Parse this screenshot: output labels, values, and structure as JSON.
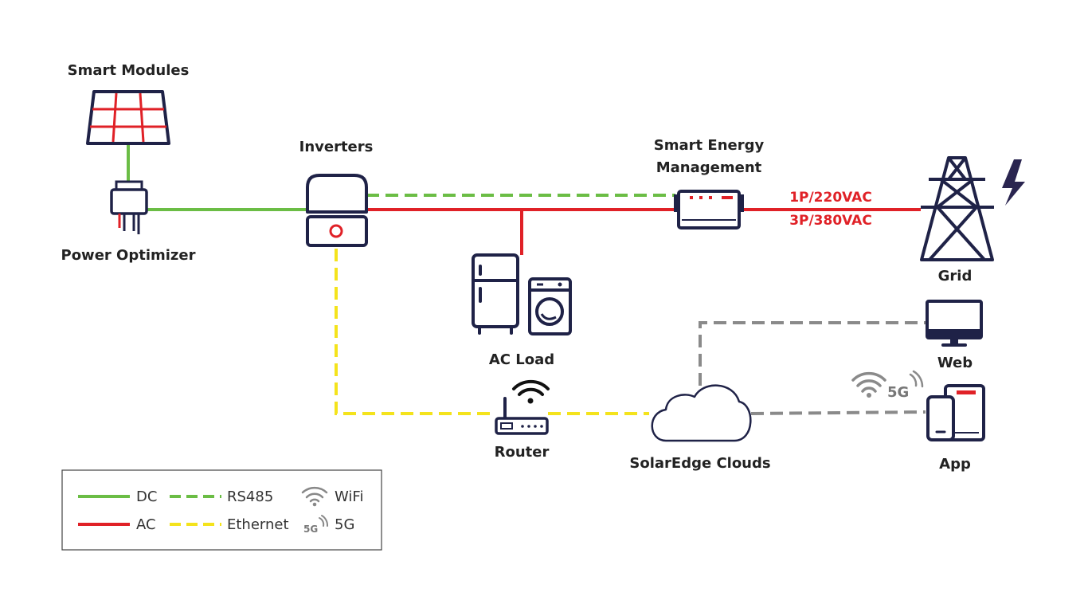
{
  "labels": {
    "smart_modules": "Smart Modules",
    "power_optimizer": "Power Optimizer",
    "inverters": "Inverters",
    "sem_line1": "Smart Energy",
    "sem_line2": "Management",
    "ac_voltage_1p": "1P/220VAC",
    "ac_voltage_3p": "3P/380VAC",
    "grid": "Grid",
    "ac_load": "AC Load",
    "router": "Router",
    "clouds": "SolarEdge Clouds",
    "web": "Web",
    "app": "App",
    "tag_5g": "5G"
  },
  "legend": {
    "dc": "DC",
    "rs485": "RS485",
    "wifi": "WiFi",
    "ac": "AC",
    "ethernet": "Ethernet",
    "fiveg": "5G",
    "fiveg_icon_tag": "5G"
  },
  "colors": {
    "dc": "#6bbd45",
    "ac": "#e02127",
    "ethernet": "#f4e31c",
    "cloud_link": "#8a8a8a",
    "icon_navy": "#1f2247",
    "bolt": "#2a2550"
  }
}
